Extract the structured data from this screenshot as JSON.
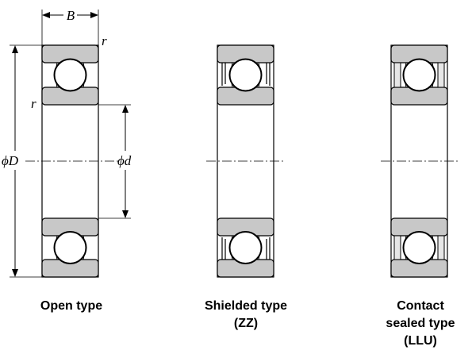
{
  "dimensions": {
    "width_label": "B",
    "radius_label": "r",
    "outer_diameter_label": "ϕD",
    "bore_diameter_label": "ϕd"
  },
  "bearings": [
    {
      "id": "open",
      "caption": [
        "Open type"
      ],
      "seal": "none"
    },
    {
      "id": "shielded",
      "caption": [
        "Shielded type",
        "(ZZ)"
      ],
      "seal": "shield"
    },
    {
      "id": "sealed",
      "caption": [
        "Contact",
        "sealed type",
        "(LLU)"
      ],
      "seal": "contact-seal"
    }
  ],
  "colors": {
    "ring_fill": "#c8c8c8",
    "line": "#000000",
    "ball_fill": "#ffffff"
  }
}
